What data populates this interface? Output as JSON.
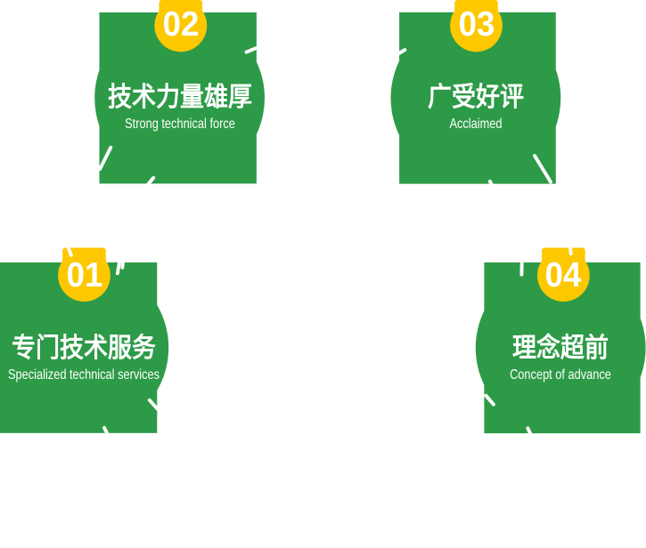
{
  "section": {
    "name": "company-advantages",
    "background": "#ffffff"
  },
  "colors": {
    "green": "#2d9a47",
    "yellow": "#fdc800",
    "text": "#ffffff"
  },
  "cards": [
    {
      "number": "01",
      "title": "专门技术服务",
      "subtitle": "Specialized technical services"
    },
    {
      "number": "02",
      "title": "技术力量雄厚",
      "subtitle": "Strong technical force"
    },
    {
      "number": "03",
      "title": "广受好评",
      "subtitle": "Acclaimed"
    },
    {
      "number": "04",
      "title": "理念超前",
      "subtitle": "Concept of advance"
    }
  ]
}
